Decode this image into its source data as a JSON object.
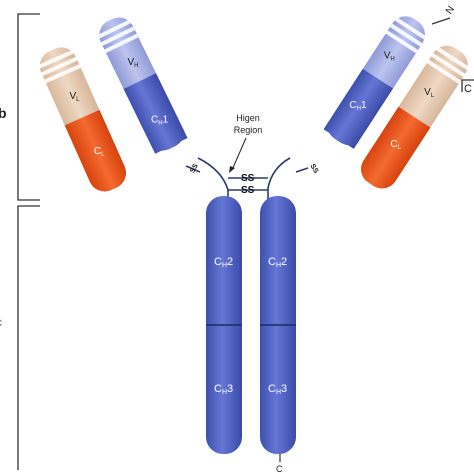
{
  "figure": {
    "annotation": {
      "line1": "Higen",
      "line2": "Region"
    },
    "bond_labels": {
      "ss_hinge_upper": "SS",
      "ss_hinge_lower": "SS",
      "ss_left": "SS",
      "ss_right": "SS"
    },
    "terminal_labels": {
      "n_terminus": "N",
      "c_terminus_bottom": "C",
      "c_right_partial": "C"
    },
    "side_labels": {
      "left_upper_partial": "b",
      "left_lower_partial": "c"
    },
    "domains": {
      "left_vh": {
        "main": "V",
        "sub": "H"
      },
      "left_ch1": {
        "main": "C",
        "sub": "H",
        "tail": "1"
      },
      "left_vl": {
        "main": "V",
        "sub": "L"
      },
      "left_cl": {
        "main": "C",
        "sub": "L"
      },
      "right_vh": {
        "main": "V",
        "sub": "H"
      },
      "right_ch1": {
        "main": "C",
        "sub": "H",
        "tail": "1"
      },
      "right_vl": {
        "main": "V",
        "sub": "L"
      },
      "right_cl": {
        "main": "C",
        "sub": "L"
      },
      "fc_left_ch2": {
        "main": "C",
        "sub": "H",
        "tail": "2"
      },
      "fc_right_ch2": {
        "main": "C",
        "sub": "H",
        "tail": "2"
      },
      "fc_left_ch3": {
        "main": "C",
        "sub": "H",
        "tail": "3"
      },
      "fc_right_ch3": {
        "main": "C",
        "sub": "H",
        "tail": "3"
      }
    },
    "colors": {
      "heavy_constant": "#5868c8",
      "heavy_variable": "#aab4e6",
      "light_constant": "#ee5520",
      "light_variable": "#e6c8b0",
      "bond": "#2b3a6b",
      "bracket": "#333333"
    }
  }
}
